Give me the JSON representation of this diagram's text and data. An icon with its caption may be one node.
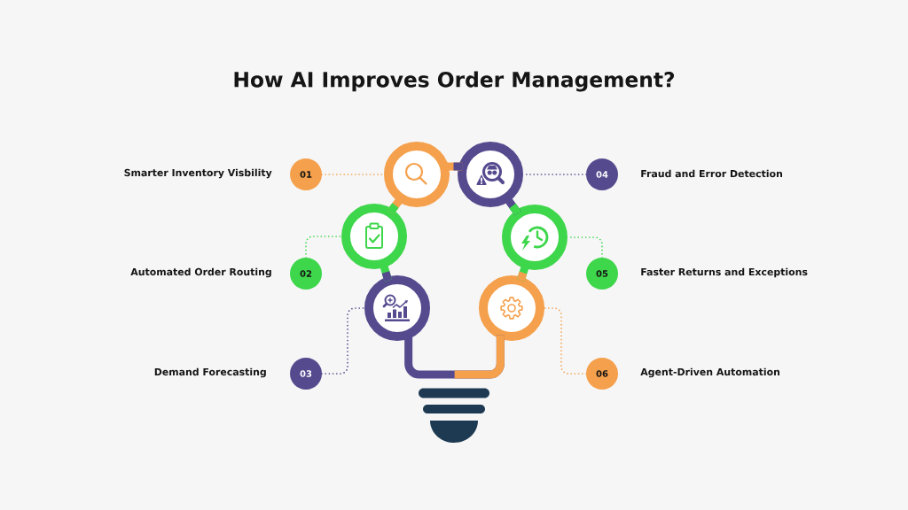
{
  "diagram": {
    "title": "How AI Improves Order Management?",
    "nodes": [
      {
        "text": [
          "01"
        ],
        "beside": [
          "Smarter Inventory Visbility"
        ]
      },
      {
        "text": [
          "02"
        ],
        "beside": [
          "Automated Order Routing"
        ]
      },
      {
        "text": [
          "03"
        ],
        "beside": [
          "Demand Forecasting"
        ]
      },
      {
        "text": [
          "04"
        ],
        "beside": [
          "Fraud and Error Detection"
        ]
      },
      {
        "text": [
          "05"
        ],
        "beside": [
          "Faster Returns and Exceptions"
        ]
      },
      {
        "text": [
          "06"
        ],
        "beside": [
          "Agent-Driven Automation"
        ]
      },
      {
        "text": [],
        "shape": "circle"
      },
      {
        "text": [],
        "shape": "circle"
      },
      {
        "text": [],
        "shape": "circle"
      },
      {
        "text": [],
        "shape": "circle"
      },
      {
        "text": [],
        "shape": "circle"
      },
      {
        "text": [],
        "shape": "circle"
      }
    ],
    "edges": [
      {
        "from": 0,
        "to": 6,
        "arrow": "none",
        "style": "dashed",
        "color": "#f5a04c"
      },
      {
        "from": 1,
        "to": 7,
        "arrow": "none",
        "style": "dashed",
        "color": "#3ed64b"
      },
      {
        "from": 2,
        "to": 8,
        "arrow": "none",
        "style": "dashed",
        "color": "#554a8e"
      },
      {
        "from": 3,
        "to": 9,
        "arrow": "none",
        "style": "dashed",
        "color": "#554a8e"
      },
      {
        "from": 4,
        "to": 10,
        "arrow": "none",
        "style": "dashed",
        "color": "#3ed64b"
      },
      {
        "from": 5,
        "to": 11,
        "arrow": "none",
        "style": "dashed",
        "color": "#f5a04c"
      },
      {
        "from": 6,
        "to": 9,
        "arrow": "none",
        "style": "thick",
        "color": "#f5a04c"
      },
      {
        "from": 6,
        "to": 7,
        "arrow": "none",
        "style": "thick",
        "color": "#f5a04c"
      },
      {
        "from": 7,
        "to": 8,
        "arrow": "none",
        "style": "thick",
        "color": "#3ed64b"
      },
      {
        "from": 9,
        "to": 10,
        "arrow": "none",
        "style": "thick",
        "color": "#554a8e"
      },
      {
        "from": 10,
        "to": 11,
        "arrow": "none",
        "style": "thick",
        "color": "#3ed64b"
      },
      {
        "from": 8,
        "to": 11,
        "arrow": "none",
        "style": "thick",
        "color": "#554a8e"
      }
    ]
  }
}
